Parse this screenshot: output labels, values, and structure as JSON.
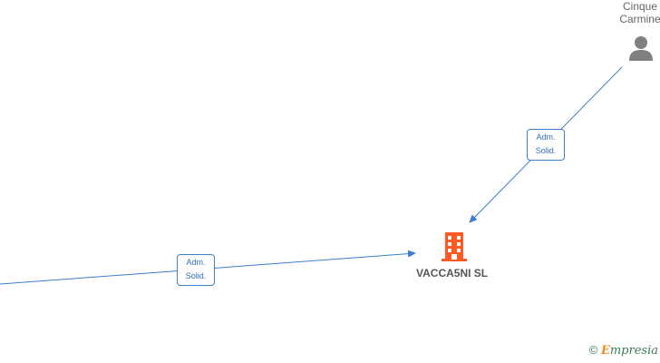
{
  "nodes": {
    "person": {
      "name_line1": "Cinque",
      "name_line2": "Carmine",
      "icon": "person-icon"
    },
    "company": {
      "name": "VACCA5NI  SL",
      "icon": "building-icon"
    }
  },
  "edges": [
    {
      "label_line1": "Adm.",
      "label_line2": "Solid."
    },
    {
      "label_line1": "Adm.",
      "label_line2": "Solid."
    }
  ],
  "colors": {
    "edge": "#3d7fd0",
    "company_icon": "#ff5a24",
    "person_icon": "#808080"
  },
  "footer": {
    "copyright": "©",
    "brand_first": "E",
    "brand_rest": "mpresia"
  }
}
